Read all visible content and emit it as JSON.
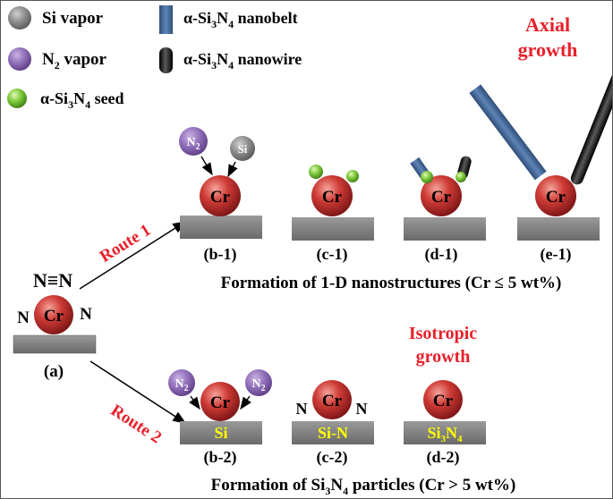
{
  "legend": {
    "si_vapor": "Si vapor",
    "n2_vapor": "N",
    "n2_vapor_sub": "2",
    "n2_vapor_tail": " vapor",
    "seed": "α-Si",
    "seed_sub1": "3",
    "seed_mid": "N",
    "seed_sub2": "4",
    "seed_tail": " seed",
    "nanobelt": "α-Si",
    "nanobelt_sub1": "3",
    "nanobelt_mid": "N",
    "nanobelt_sub2": "4",
    "nanobelt_tail": " nanobelt",
    "nanowire": "α-Si",
    "nanowire_sub1": "3",
    "nanowire_mid": "N",
    "nanowire_sub2": "4",
    "nanowire_tail": " nanowire"
  },
  "labels": {
    "cr": "Cr",
    "n": "N",
    "n2_main": "N",
    "n2_sub": "2",
    "si": "Si",
    "nn_bond": "N≡N"
  },
  "route1": {
    "label": "Route 1",
    "steps": [
      "(b-1)",
      "(c-1)",
      "(d-1)",
      "(e-1)"
    ],
    "caption": "Formation of 1-D nanostructures (Cr ≤ 5 wt%)",
    "growth_line1": "Axial",
    "growth_line2": "growth"
  },
  "route2": {
    "label": "Route 2",
    "steps": [
      "(b-2)",
      "(c-2)",
      "(d-2)"
    ],
    "substrate_b2": "Si",
    "substrate_c2": "Si-N",
    "substrate_d2_main": "Si",
    "substrate_d2_sub1": "3",
    "substrate_d2_mid": "N",
    "substrate_d2_sub2": "4",
    "caption_pre": "Formation of Si",
    "caption_sub1": "3",
    "caption_mid": "N",
    "caption_sub2": "4",
    "caption_post": " particles (Cr > 5 wt%)",
    "growth_line1": "Isotropic",
    "growth_line2": "growth"
  },
  "start": {
    "label": "(a)"
  },
  "colors": {
    "cr_ball": "#c0302f",
    "si_ball": "#8a8a8a",
    "n2_ball": "#8e6bb4",
    "seed": "#7bc63a",
    "nanobelt": "#3c5f8f",
    "nanowire": "#111111",
    "substrate": "#7f7f7f",
    "route_red": "#e8202a",
    "substrate_text": "#ffff00"
  }
}
